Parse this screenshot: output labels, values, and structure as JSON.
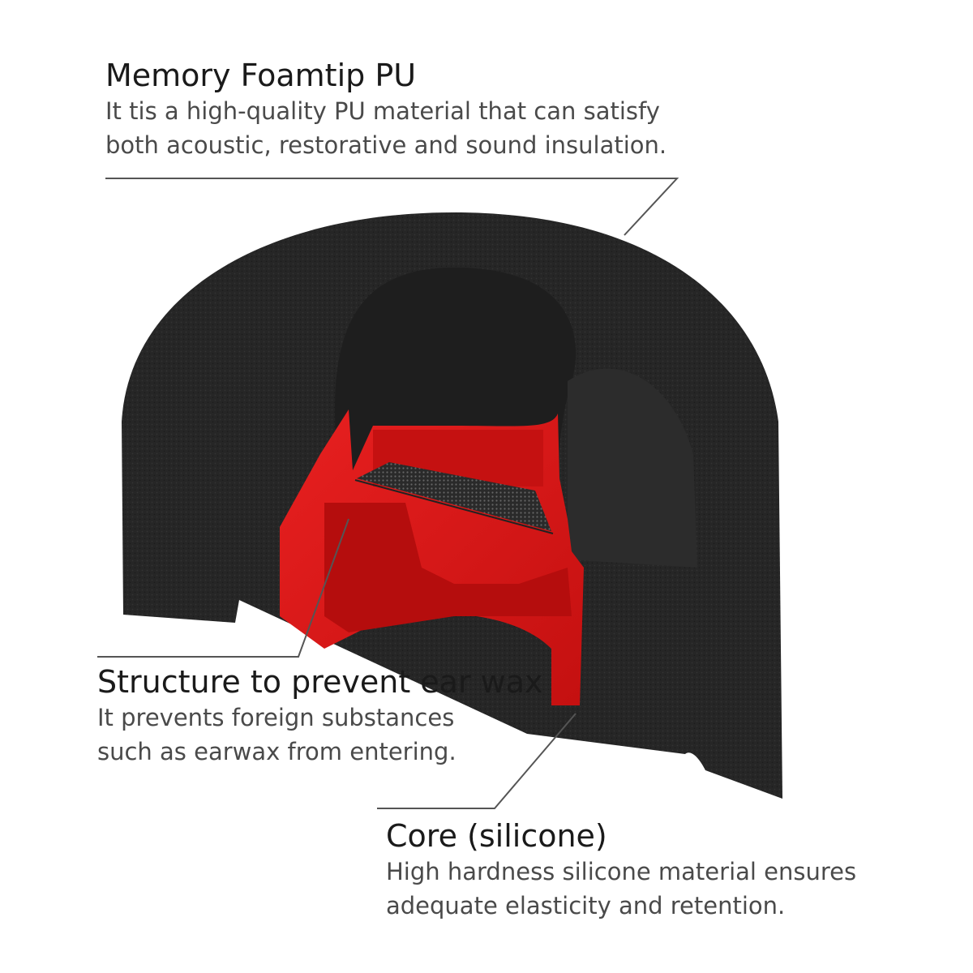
{
  "callouts": {
    "foam": {
      "title": "Memory Foamtip PU",
      "lines": [
        "It tis a high-quality PU material that can satisfy",
        "both acoustic, restorative and sound insulation."
      ]
    },
    "wax": {
      "title": "Structure to prevent ear wax",
      "lines": [
        "It prevents foreign substances",
        "such as earwax from entering."
      ]
    },
    "core": {
      "title": "Core (silicone)",
      "lines": [
        "High hardness silicone material ensures",
        "adequate elasticity and retention."
      ]
    }
  },
  "colors": {
    "foam": "#262626",
    "core": "#e01515",
    "core_shadow": "#b00e0e",
    "leader_line": "#555555"
  }
}
